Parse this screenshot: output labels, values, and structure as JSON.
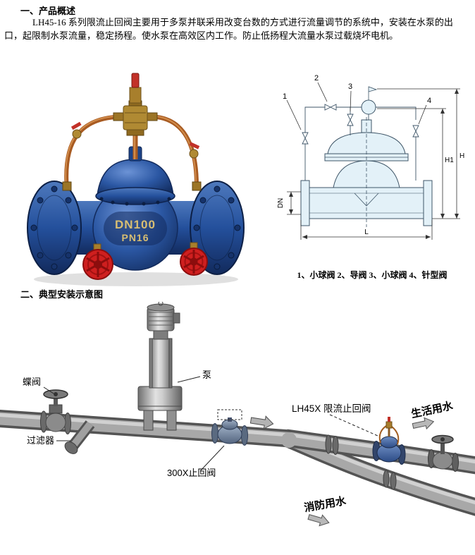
{
  "sections": {
    "overview": {
      "title": "一、产品概述",
      "body": "LH45-16 系列限流止回阀主要用于多泵并联采用改变台数的方式进行流量调节的系统中，安装在水泵的出口，起限制水泵流量，稳定扬程。使水泵在高效区内工作。防止低扬程大流量水泵过载烧坏电机。"
    },
    "installation": {
      "title": "二、典型安装示意图"
    }
  },
  "photo": {
    "markings": {
      "size": "DN100",
      "pressure": "PN16"
    }
  },
  "diagram": {
    "caption": "1、小球阀 2、导阀 3、小球阀 4、针型阀",
    "labels": {
      "n1": "1",
      "n2": "2",
      "n3": "3",
      "n4": "4",
      "h1": "H1",
      "h": "H",
      "dn": "DN",
      "l": "L"
    }
  },
  "installation_figure": {
    "labels": {
      "butterfly_valve": "蝶阀",
      "strainer": "过滤器",
      "pump": "泵",
      "check_valve": "300X止回阀",
      "flow_limit_valve": "LH45X 限流止回阀",
      "domestic_water": "生活用水",
      "fire_water": "消防用水"
    }
  }
}
